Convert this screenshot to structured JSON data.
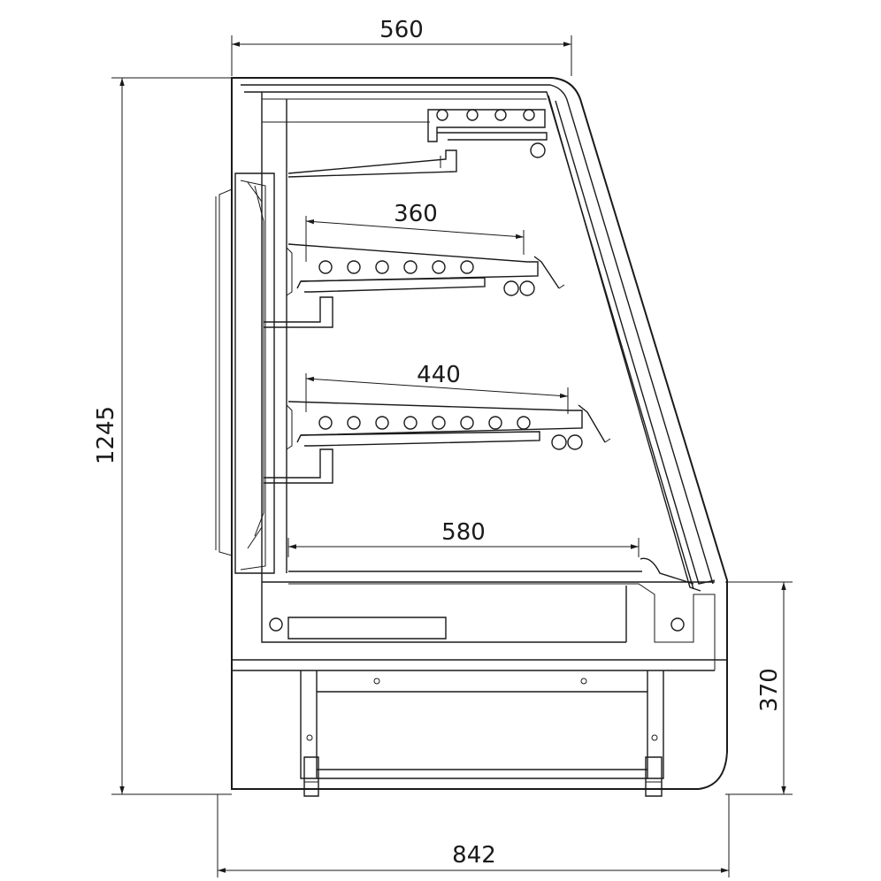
{
  "dimensions": {
    "top_depth": "560",
    "shelf_top": "360",
    "shelf_middle": "440",
    "base_depth": "580",
    "overall_height": "1245",
    "base_height": "370",
    "overall_depth": "842"
  }
}
